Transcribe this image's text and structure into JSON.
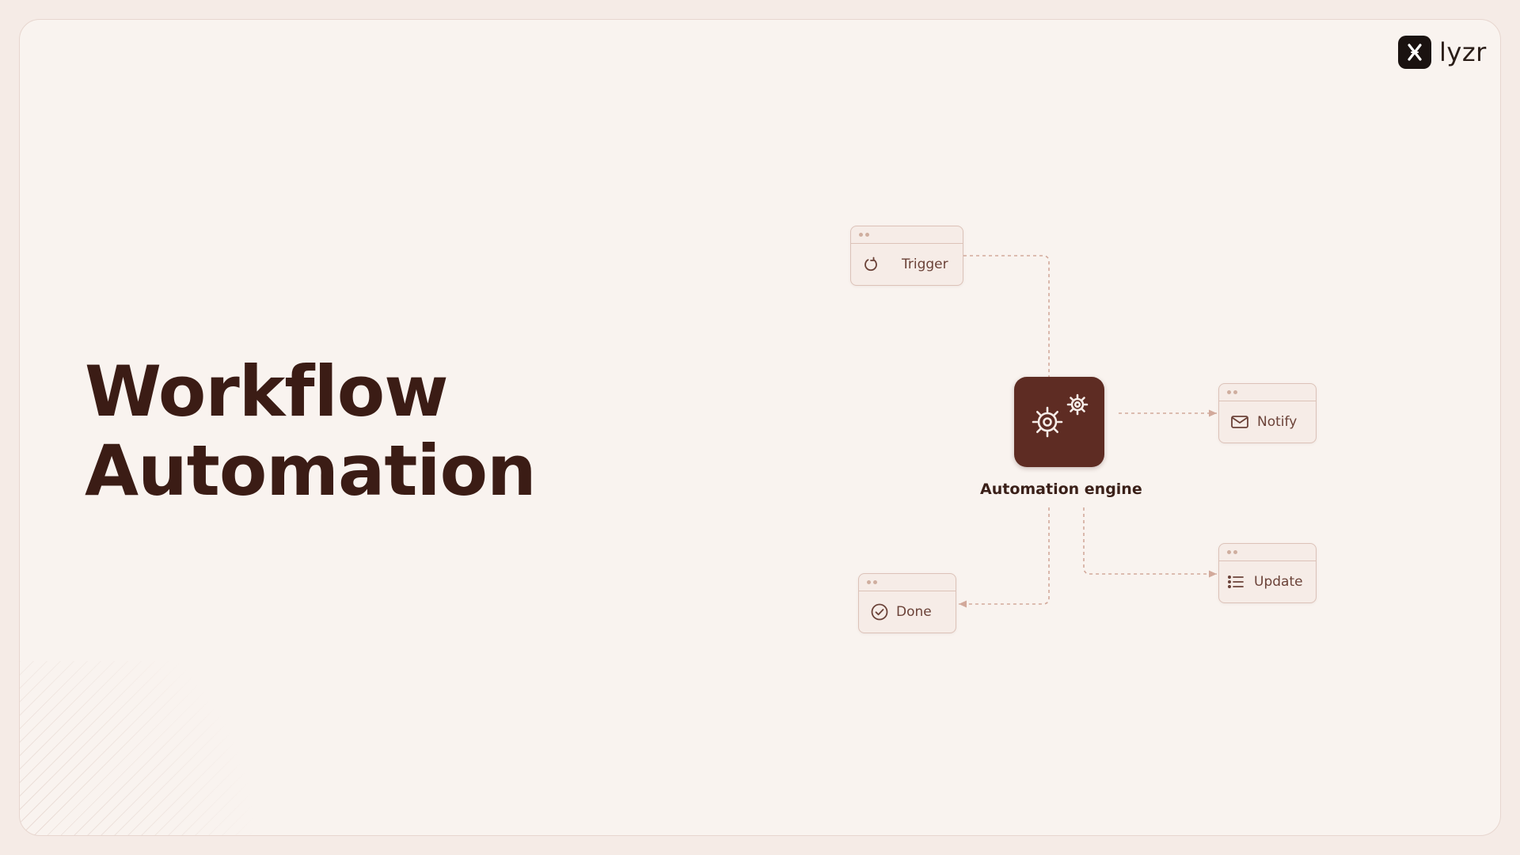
{
  "brand": {
    "name": "lyzr",
    "logo_icon": "lyzr-logo-icon"
  },
  "title": {
    "line1": "Workflow",
    "line2": "Automation"
  },
  "diagram": {
    "engine": {
      "label": "Automation engine",
      "icon": "gears-icon"
    },
    "nodes": {
      "trigger": {
        "label": "Trigger",
        "icon": "refresh-icon"
      },
      "notify": {
        "label": "Notify",
        "icon": "mail-icon"
      },
      "update": {
        "label": "Update",
        "icon": "list-icon"
      },
      "done": {
        "label": "Done",
        "icon": "check-circle-icon"
      }
    }
  },
  "colors": {
    "background": "#f9f3ef",
    "title": "#3b1c15",
    "engine_fill": "#5e2c23",
    "node_border": "#dcc2b8",
    "connector": "#d2a99b"
  }
}
